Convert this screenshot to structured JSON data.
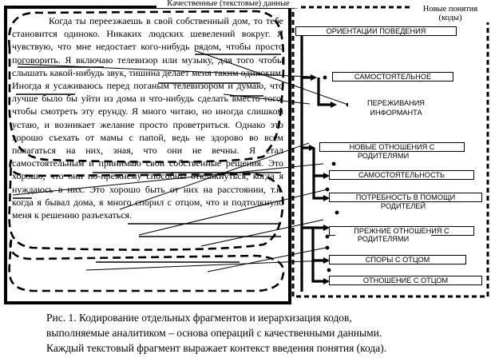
{
  "diagram": {
    "left_title": "Качественные (текстовые) данные",
    "right_title": "Новые понятия (коды)",
    "text": "Когда ты переезжаешь в свой собственный дом, то тебе становится одиноко. Никаких людских шевелений вокруг. Я чувствую, что мне недостает кого-нибудь рядом, чтобы просто поговорить. Я включаю телевизор или музыку, для того чтобы слышать какой-нибудь звук, тишина делает меня таким одиноким. Иногда я усаживаюсь перед поганым телевизором и думаю, что лучше было бы уйти из дома и что-нибудь сделать вместо того, чтобы смотреть эту ерунду. Я много читаю, но иногда слишком устаю, и возникает желание просто проветриться. Однако это хорошо съехать от мамы с папой, ведь не здорово во всем полагаться на них, зная, что они не вечны. Я стал самостоятельным и принимаю свои собственные решения. Это хорошо, что они по-прежнему способны откликнуться, когда я нуждаюсь в них. Это хорошо быть от них на расстоянии, т.к. когда я бывал дома, я много спорил с отцом, что и подтолкнуло меня к решению разъехаться.",
    "codes": [
      "ОРИЕНТАЦИИ ПОВЕДЕНИЯ",
      "САМОСТОЯТЕЛЬНОЕ",
      "ПЕРЕЖИВАНИЯ",
      "ИНФОРМАНТА",
      "НОВЫЕ ОТНОШЕНИЯ С",
      "РОДИТЕЛЯМИ",
      "САМОСТОЯТЕЛЬНОСТЬ",
      "ПОТРЕБНОСТЬ В ПОМОЩИ",
      "РОДИТЕЛЕЙ",
      "ПРЕЖНИЕ ОТНОШЕНИЯ С",
      "РОДИТЕЛЯМИ",
      "СПОРЫ С ОТЦОМ",
      "ОТНОШЕНИЕ С ОТЦОМ"
    ]
  },
  "caption": {
    "line1": "Рис. 1. Кодирование отдельных фрагментов и иерархизация кодов,",
    "line2": "выполняемые аналитиком – основа операций с качественными данными.",
    "line3": "Каждый текстовый фрагмент выражает контекст введения понятия (кода)."
  }
}
